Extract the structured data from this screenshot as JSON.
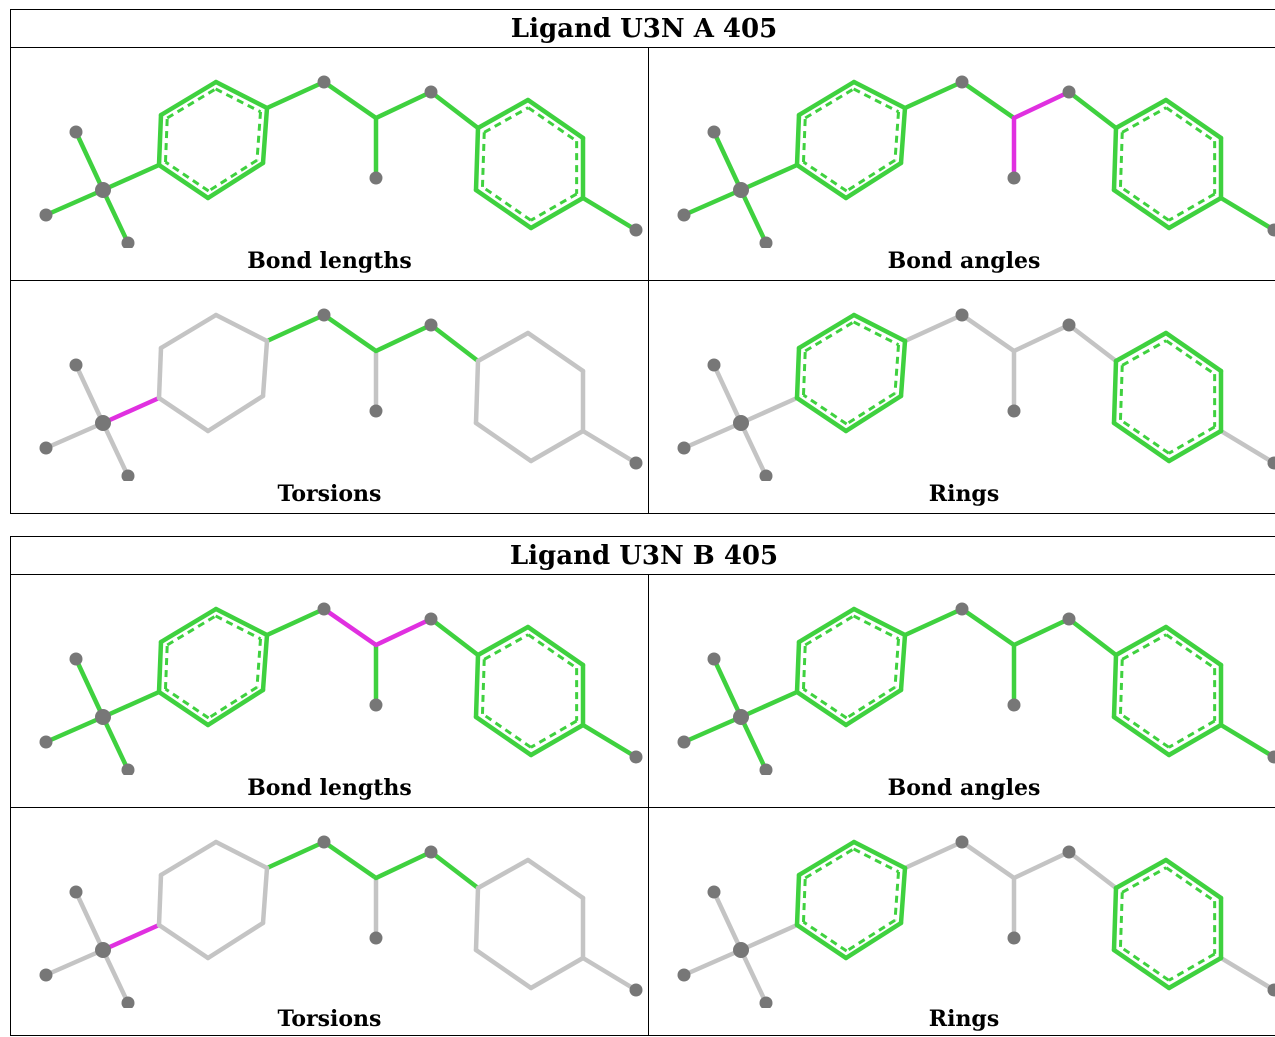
{
  "colors": {
    "ok": "#3fd13f",
    "outlier": "#e030e0",
    "neutral": "#c4c4c4",
    "atom": "#777777"
  },
  "panels": [
    {
      "title": "Ligand U3N A 405",
      "cells": [
        {
          "label": "Bond lengths",
          "highlight": [
            "b-c1",
            "b-c2"
          ],
          "dashed": true,
          "cf3": true,
          "outliers": []
        },
        {
          "label": "Bond angles",
          "highlight": [
            "b-c1",
            "b-c2",
            "b-cf3",
            "r1",
            "r2"
          ],
          "dashed": true,
          "cf3": true,
          "outliers": [
            "b-c2",
            "b-me"
          ]
        },
        {
          "label": "Torsions",
          "highlight": [
            "link"
          ],
          "dashed": false,
          "cf3": false,
          "outliers": [
            "b-cf3"
          ]
        },
        {
          "label": "Rings",
          "highlight": [
            "r1",
            "r2"
          ],
          "dashed": true,
          "cf3": false,
          "outliers": []
        }
      ]
    },
    {
      "title": "Ligand U3N B 405",
      "cells": [
        {
          "label": "Bond lengths",
          "highlight": [
            "b-c1",
            "b-c2"
          ],
          "dashed": true,
          "cf3": true,
          "outliers": [
            "b-c1",
            "b-c2"
          ]
        },
        {
          "label": "Bond angles",
          "highlight": [
            "b-c1",
            "b-c2",
            "b-cf3",
            "r1",
            "r2"
          ],
          "dashed": true,
          "cf3": true,
          "outliers": []
        },
        {
          "label": "Torsions",
          "highlight": [
            "link"
          ],
          "dashed": false,
          "cf3": false,
          "outliers": [
            "b-cf3"
          ]
        },
        {
          "label": "Rings",
          "highlight": [
            "r1",
            "r2"
          ],
          "dashed": true,
          "cf3": false,
          "outliers": []
        }
      ]
    }
  ]
}
